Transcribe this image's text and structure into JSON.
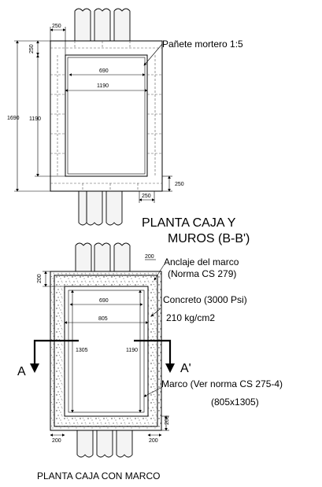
{
  "top_view": {
    "dims": {
      "top_250": "250",
      "left_250": "250",
      "inner_690": "690",
      "inner_1190": "1190",
      "total_1690": "1690",
      "height_1190": "1190",
      "right_250": "250",
      "bottom_250": "250"
    },
    "label_panete": "Pañete mortero 1:5",
    "title_line1": "PLANTA CAJA Y",
    "title_line2": "MUROS (B-B')"
  },
  "bottom_view": {
    "dims": {
      "top_200": "200",
      "left_200": "200",
      "inner_690": "690",
      "inner_805": "805",
      "height_1305": "1305",
      "height_1190": "1190",
      "right_200": "200",
      "bottom_200_a": "200",
      "bottom_200_b": "200"
    },
    "label_anclaje_1": "Anclaje del marco",
    "label_anclaje_2": "(Norma CS 279)",
    "label_concreto_1": "Concreto (3000 Psi)",
    "label_concreto_2": "210 kg/cm2",
    "label_marco": "Marco (Ver norma CS 275-4)",
    "label_marco_size": "(805x1305)",
    "section_a": "A",
    "section_a_prime": "A'",
    "caption": "PLANTA CAJA CON MARCO"
  }
}
